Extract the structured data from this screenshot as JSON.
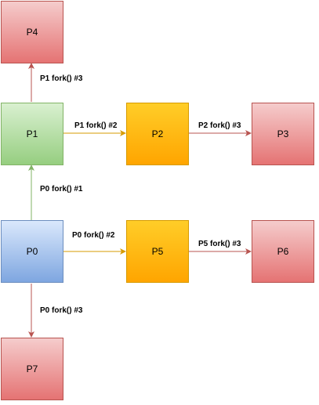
{
  "nodes": {
    "p0": "P0",
    "p1": "P1",
    "p2": "P2",
    "p3": "P3",
    "p4": "P4",
    "p5": "P5",
    "p6": "P6",
    "p7": "P7"
  },
  "edges": {
    "p1_p4": "P1 fork() #3",
    "p1_p2": "P1 fork() #2",
    "p2_p3": "P2 fork() #3",
    "p0_p1": "P0 fork() #1",
    "p0_p5": "P0 fork() #2",
    "p5_p6": "P5 fork() #3",
    "p0_p7": "P0 fork() #3"
  },
  "colors": {
    "red_edge": "#b85450",
    "orange_edge": "#d79b00",
    "green_edge": "#82b366"
  }
}
